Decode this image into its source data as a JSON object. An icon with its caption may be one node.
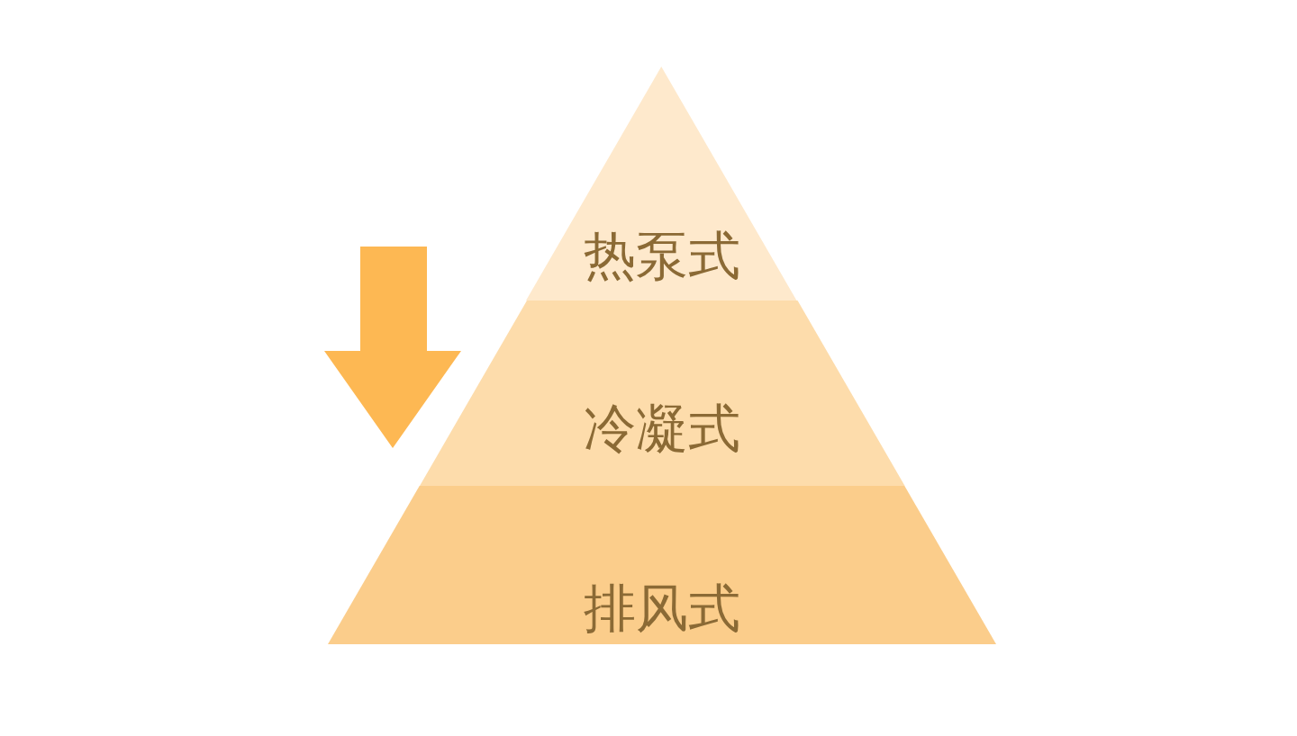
{
  "diagram": {
    "nodes": [
      {
        "text": [
          "热泵式"
        ]
      },
      {
        "text": [
          "冷凝式"
        ]
      },
      {
        "text": [
          "排风式"
        ]
      }
    ]
  }
}
